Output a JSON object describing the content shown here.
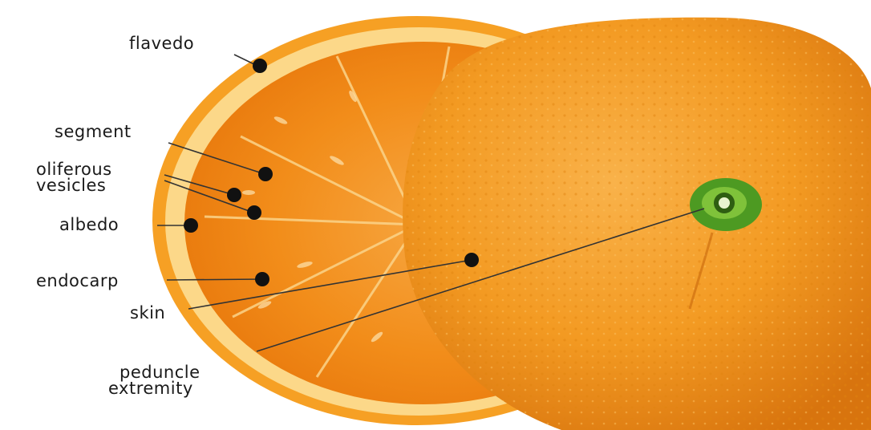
{
  "labels": {
    "flavedo": "flavedo",
    "segment": "segment",
    "oliferous_vesicles": [
      "oliferous",
      "vesicles"
    ],
    "albedo": "albedo",
    "endocarp": "endocarp",
    "skin": "skin",
    "peduncle_extremity": [
      "peduncle",
      "extremity"
    ]
  },
  "colors": {
    "peel_orange": "#f39a1c",
    "pulp_orange": "#f58a12",
    "albedo_cream": "#fbd77a",
    "stem_green": "#4d9a22",
    "pointer_line": "#333333"
  }
}
